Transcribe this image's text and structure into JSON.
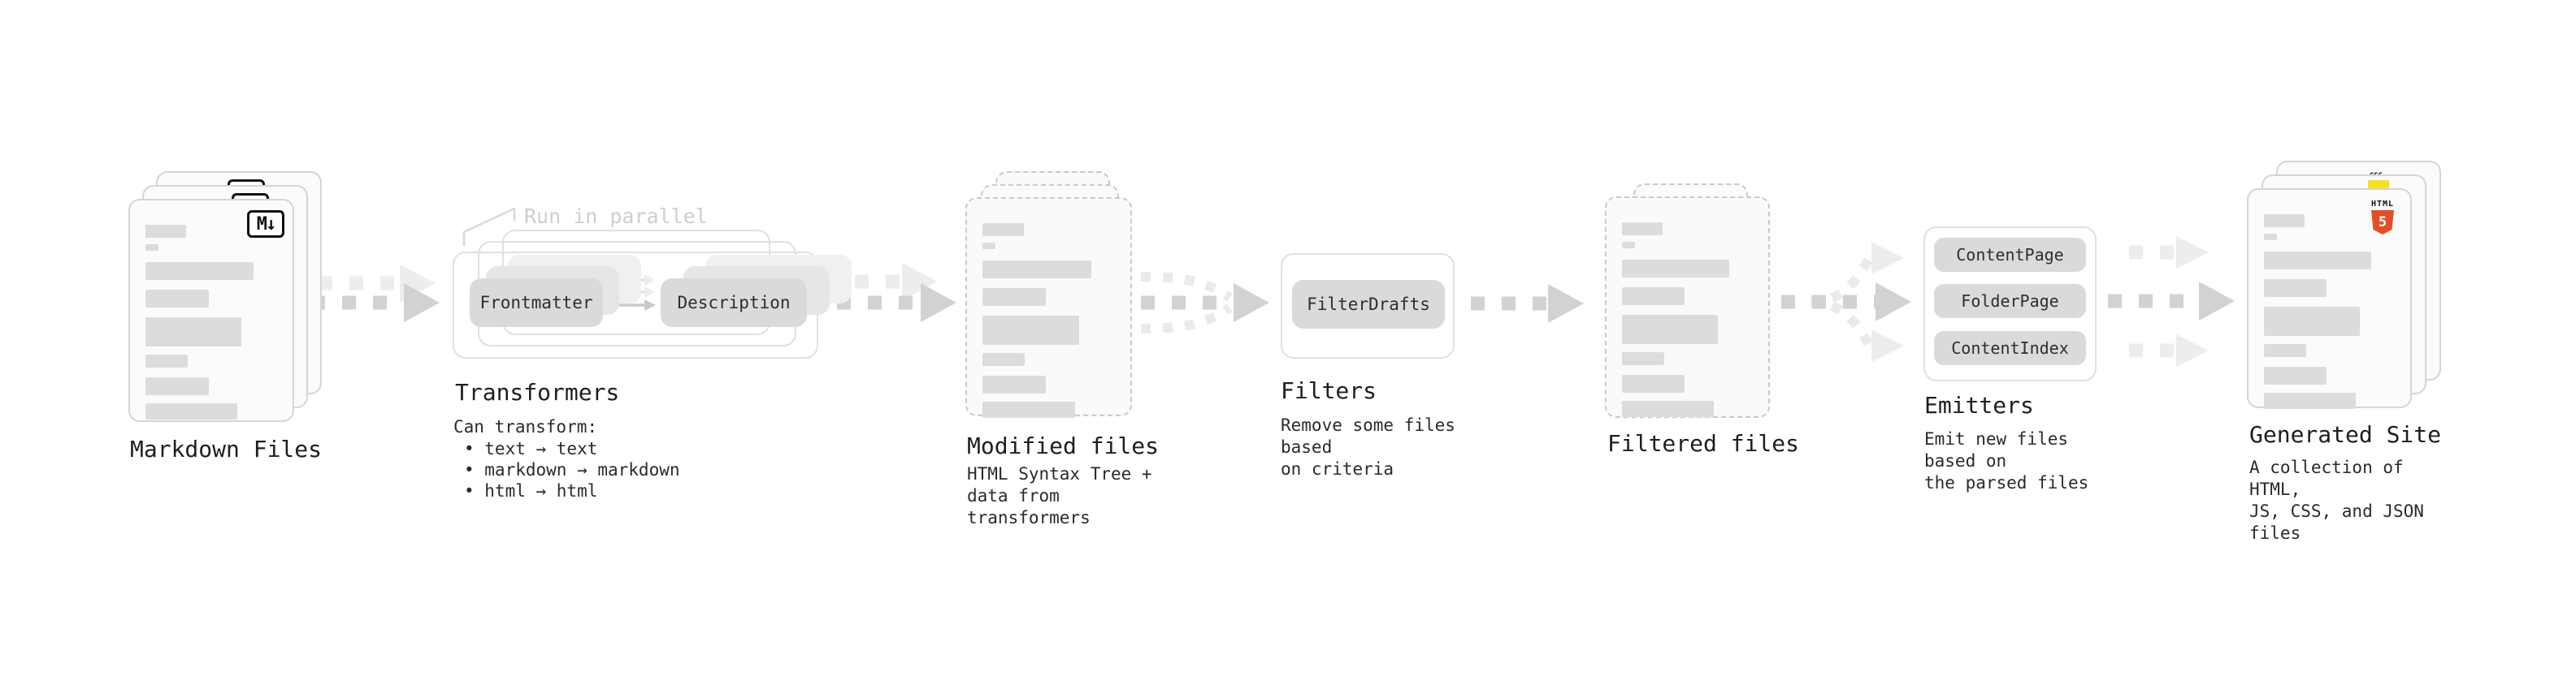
{
  "stages": {
    "markdown": {
      "title": "Markdown Files",
      "badge": "M↓"
    },
    "transformers": {
      "title": "Transformers",
      "note": "Run in parallel",
      "source_pill": "Frontmatter",
      "target_pill": "Description",
      "desc_heading": "Can transform:",
      "bullets": [
        "• text → text",
        "• markdown → markdown",
        "• html → html"
      ]
    },
    "modified": {
      "title": "Modified files",
      "desc": "HTML Syntax Tree +\ndata from transformers"
    },
    "filters": {
      "title": "Filters",
      "pill": "FilterDrafts",
      "desc": "Remove some files based\non criteria"
    },
    "filtered": {
      "title": "Filtered files"
    },
    "emitters": {
      "title": "Emitters",
      "pills": [
        "ContentPage",
        "FolderPage",
        "ContentIndex"
      ],
      "desc": "Emit new files based on\nthe parsed files"
    },
    "generated": {
      "title": "Generated Site",
      "desc": "A collection of HTML,\nJS, CSS, and JSON files",
      "badges": {
        "css": "CSS",
        "html": "HTML",
        "html_number": "5"
      }
    }
  },
  "colors": {
    "html5_orange": "#e44d26",
    "js_yellow": "#f7df1e",
    "css_blue": "#2b62f6",
    "arrow_dark": "#d2d2d2",
    "arrow_light": "#ededed",
    "card_border": "#d5d5d5",
    "pill_fill": "#dadada"
  }
}
